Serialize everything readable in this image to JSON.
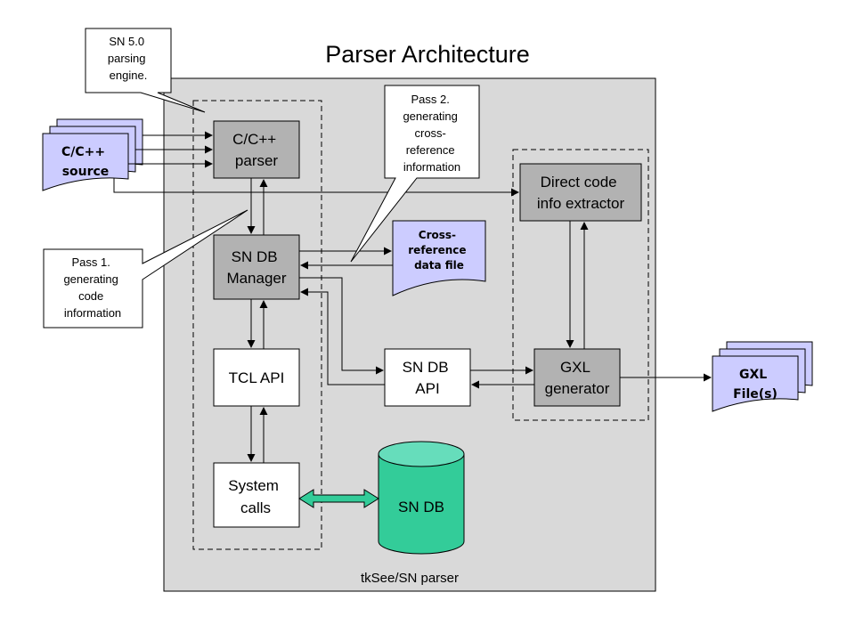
{
  "title": "Parser Architecture",
  "container_label": "tkSee/SN parser",
  "components": {
    "cpp_parser": [
      "C/C++",
      "parser"
    ],
    "sn_db_manager": [
      "SN DB",
      "Manager"
    ],
    "tcl_api": [
      "TCL API"
    ],
    "system_calls": [
      "System",
      "calls"
    ],
    "sn_db_api": [
      "SN DB",
      "API"
    ],
    "direct_code_extractor": [
      "Direct code",
      "info extractor"
    ],
    "gxl_generator": [
      "GXL",
      "generator"
    ],
    "sn_db": "SN DB"
  },
  "documents": {
    "source": [
      "C/C++",
      "source"
    ],
    "xref_file": [
      "Cross-",
      "reference",
      "data file"
    ],
    "gxl_files": [
      "GXL",
      "File(s)"
    ]
  },
  "callouts": {
    "sn_engine": [
      "SN 5.0",
      "parsing",
      "engine."
    ],
    "pass2": [
      "Pass 2.",
      "generating",
      "cross-",
      "reference",
      "information"
    ],
    "pass1": [
      "Pass 1.",
      "generating",
      "code",
      "information"
    ]
  },
  "colors": {
    "container_fill": "#d9d9d9",
    "dark_box": "#b2b2b2",
    "document_fill": "#ccccff",
    "database_fill": "#33cc99",
    "database_top": "#66ddbb",
    "bidirectional_arrow": "#33cc99"
  }
}
